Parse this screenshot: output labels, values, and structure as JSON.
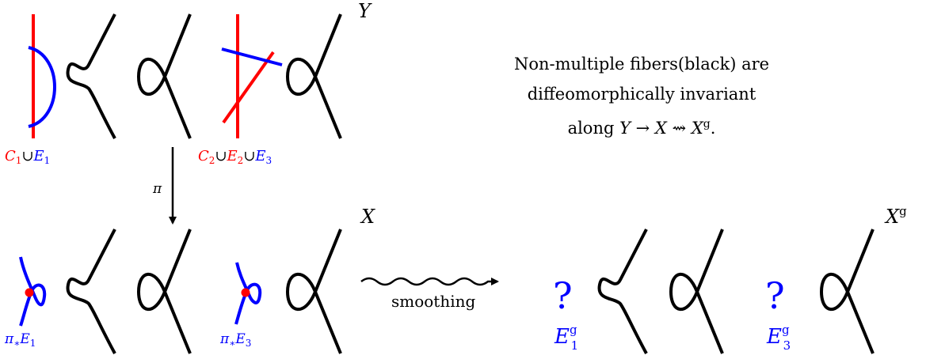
{
  "colors": {
    "red": "#ff0000",
    "blue": "#0000ff",
    "black": "#000000"
  },
  "labels": {
    "Y": "Y",
    "X": "X",
    "Xg_base": "X",
    "Xg_sup": "g",
    "pi": "π",
    "smoothing": "smoothing",
    "C1": "C",
    "C1_sub": "1",
    "cup": "∪",
    "E1": "E",
    "E1_sub": "1",
    "C2": "C",
    "C2_sub": "2",
    "E2": "E",
    "E2_sub": "2",
    "E3": "E",
    "E3_sub": "3",
    "piE1": "π",
    "piE1_star": "∗",
    "piE1_E": "E",
    "piE1_sub": "1",
    "piE3": "π",
    "piE3_star": "∗",
    "piE3_E": "E",
    "piE3_sub": "3",
    "q1": "?",
    "q2": "?",
    "Eg1": "E",
    "Eg1_sup": "g",
    "Eg1_sub": "1",
    "Eg3": "E",
    "Eg3_sup": "g",
    "Eg3_sub": "3"
  },
  "caption": {
    "line1": "Non-multiple fibers(black) are",
    "line2": "diffeomorphically invariant",
    "line3_pre": "along ",
    "Y": "Y",
    "arrow1": " → ",
    "X": "X",
    "arrow2": " ⇝ ",
    "Xg": "X",
    "Xg_sup": "g",
    "line3_post": "."
  }
}
